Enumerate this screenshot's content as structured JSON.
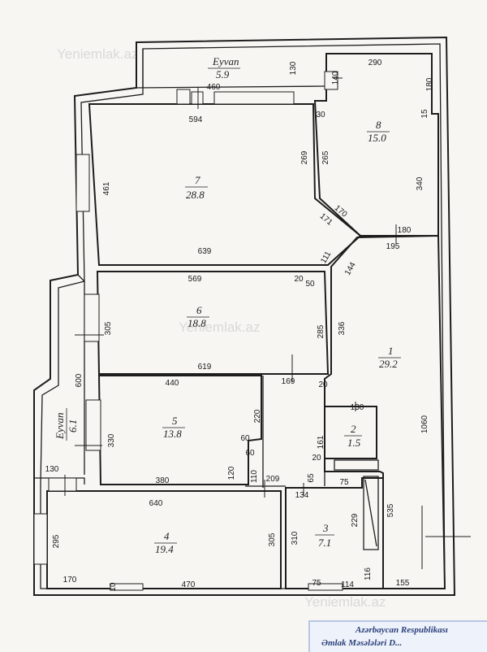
{
  "watermark": "Yeniemlak.az",
  "rooms": [
    {
      "id": "balcony-top",
      "num": "Eyvan",
      "area": "5.9"
    },
    {
      "id": "r8",
      "num": "8",
      "area": "15.0"
    },
    {
      "id": "r7",
      "num": "7",
      "area": "28.8"
    },
    {
      "id": "r6",
      "num": "6",
      "area": "18.8"
    },
    {
      "id": "r1",
      "num": "1",
      "area": "29.2"
    },
    {
      "id": "r5",
      "num": "5",
      "area": "13.8"
    },
    {
      "id": "r2",
      "num": "2",
      "area": "1.5"
    },
    {
      "id": "balcony-left",
      "num": "Eyvan",
      "area": "6.1"
    },
    {
      "id": "r4",
      "num": "4",
      "area": "19.4"
    },
    {
      "id": "r3",
      "num": "3",
      "area": "7.1"
    }
  ],
  "dimensions": [
    "130",
    "460",
    "290",
    "140",
    "180",
    "15",
    "594",
    "30",
    "265",
    "269",
    "461",
    "340",
    "170",
    "171",
    "180",
    "195",
    "111",
    "144",
    "639",
    "569",
    "20",
    "50",
    "305",
    "285",
    "336",
    "619",
    "169",
    "20",
    "440",
    "130",
    "220",
    "161",
    "330",
    "60",
    "60",
    "20",
    "120",
    "110",
    "65",
    "209",
    "380",
    "1060",
    "600",
    "130",
    "640",
    "134",
    "75",
    "229",
    "535",
    "295",
    "305",
    "310",
    "116",
    "170",
    "10",
    "470",
    "75",
    "114",
    "155"
  ],
  "stamp": {
    "line1": "Azərbaycan Respublikası",
    "line2": "Əmlak Məsələləri D..."
  }
}
